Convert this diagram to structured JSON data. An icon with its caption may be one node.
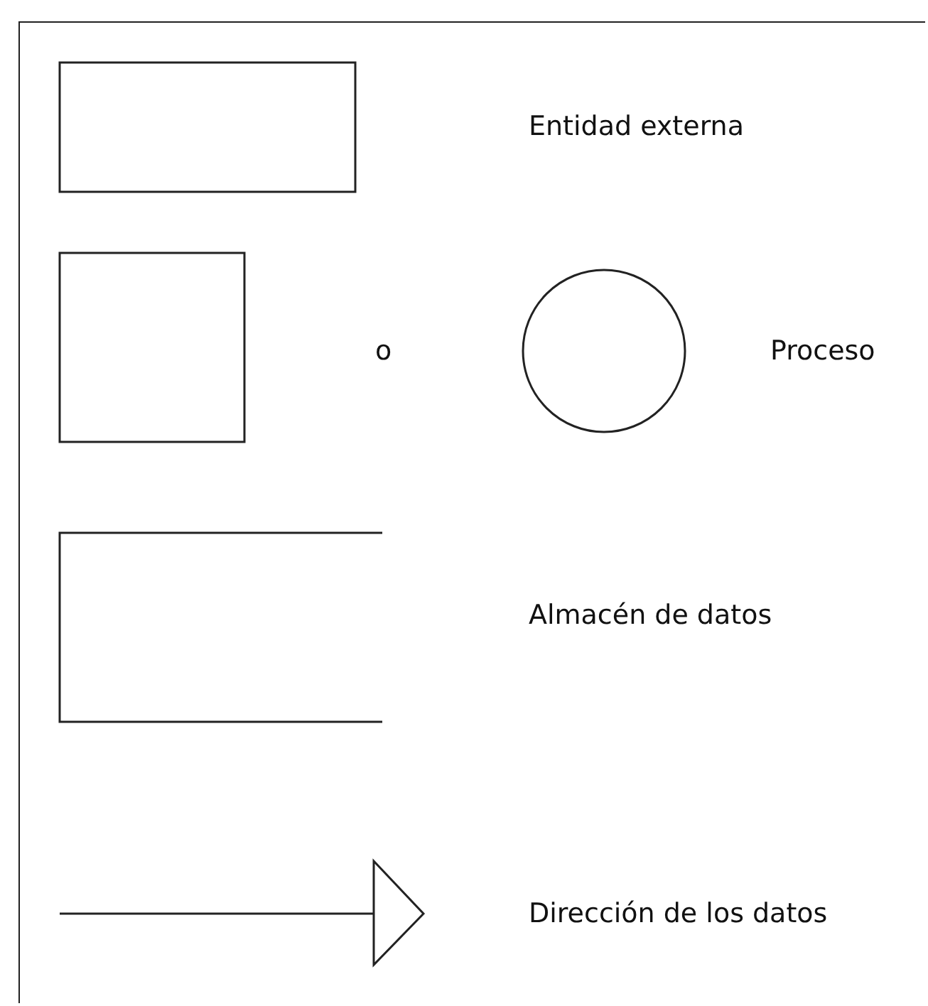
{
  "diagram": {
    "nodes": [
      {
        "text": [],
        "shape": "box"
      },
      {
        "text": [],
        "shape": "box"
      },
      {
        "text": [],
        "shape": "circle"
      }
    ],
    "labels": [
      "o"
    ],
    "legend": [
      {
        "text": "Entidad externa"
      },
      {
        "text": "Proceso"
      },
      {
        "text": "Almacén de datos"
      },
      {
        "text": "Dirección de los datos"
      }
    ]
  }
}
